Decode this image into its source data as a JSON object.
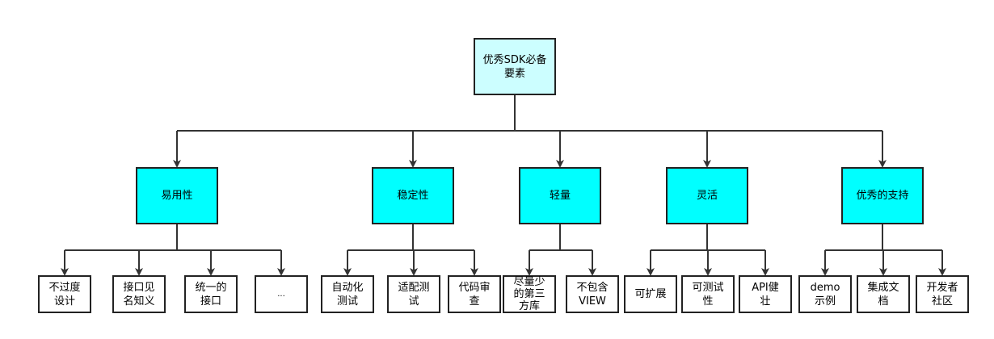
{
  "colors": {
    "root_fill": "#ccfeff",
    "category_fill": "#00ffff",
    "leaf_fill": "#ffffff",
    "line": "#333333"
  },
  "root": {
    "label_1": "优秀SDK必备",
    "label_2": "要素"
  },
  "categories": [
    {
      "label": "易用性",
      "children": [
        [
          "不过度",
          "设计"
        ],
        [
          "接口见",
          "名知义"
        ],
        [
          "统一的",
          "接口"
        ],
        [
          "..."
        ]
      ]
    },
    {
      "label": "稳定性",
      "children": [
        [
          "自动化",
          "测试"
        ],
        [
          "适配测",
          "试"
        ],
        [
          "代码审",
          "查"
        ]
      ]
    },
    {
      "label": "轻量",
      "children": [
        [
          "尽量少",
          "的第三",
          "方库"
        ],
        [
          "不包含",
          "VIEW"
        ]
      ]
    },
    {
      "label": "灵活",
      "children": [
        [
          "可扩展"
        ],
        [
          "可测试",
          "性"
        ],
        [
          "API健",
          "壮"
        ]
      ]
    },
    {
      "label": "优秀的支持",
      "children": [
        [
          "demo",
          "示例"
        ],
        [
          "集成文",
          "档"
        ],
        [
          "开发者",
          "社区"
        ]
      ]
    }
  ]
}
